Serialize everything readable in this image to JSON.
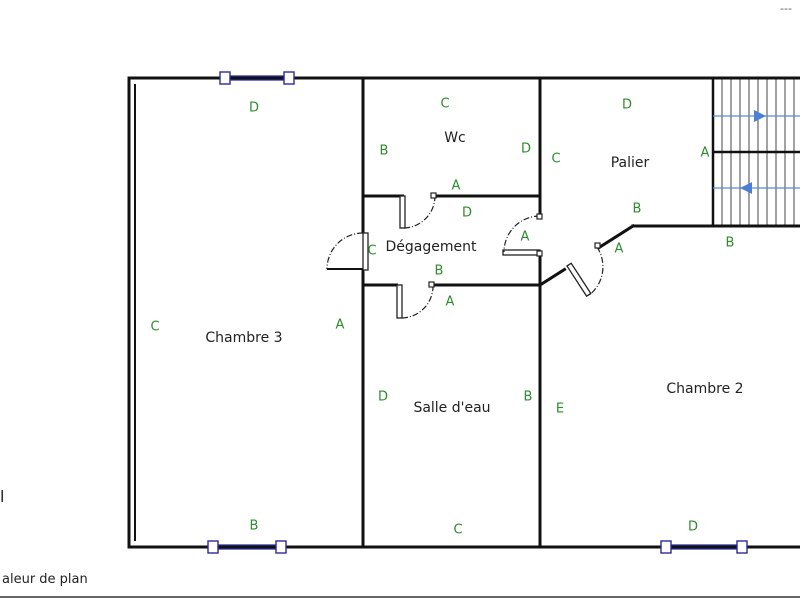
{
  "colors": {
    "wall": "#111111",
    "wall_letter": "#2e8b2e",
    "window": "#2a2a9a",
    "stair_arrow": "#4d7fd3"
  },
  "rooms": {
    "chambre3": "Chambre 3",
    "wc": "Wc",
    "palier": "Palier",
    "degagement": "Dégagement",
    "salle_deau": "Salle d'eau",
    "chambre2": "Chambre 2"
  },
  "wall_letters": {
    "chambre3": {
      "top": "D",
      "right": "A",
      "bottom": "B",
      "left": "C"
    },
    "wc": {
      "top": "C",
      "left": "B",
      "right": "D",
      "bottom": "A"
    },
    "palier": {
      "top": "D",
      "left": "C",
      "right": "A",
      "bottom": "B"
    },
    "degagement": {
      "top": "D",
      "left": "C",
      "bottom": "B",
      "right": "A"
    },
    "salle_deau": {
      "top": "A",
      "left": "D",
      "right": "B",
      "bottom": "C"
    },
    "chambre2": {
      "left": "E",
      "top": "A",
      "top_right": "B",
      "bottom": "D"
    }
  },
  "footer": {
    "fragment_label": "aleur de plan",
    "fragment_letter": "l",
    "top_right_mark": "---"
  },
  "stairs": {
    "direction_icon": "stair-direction-arrows"
  }
}
